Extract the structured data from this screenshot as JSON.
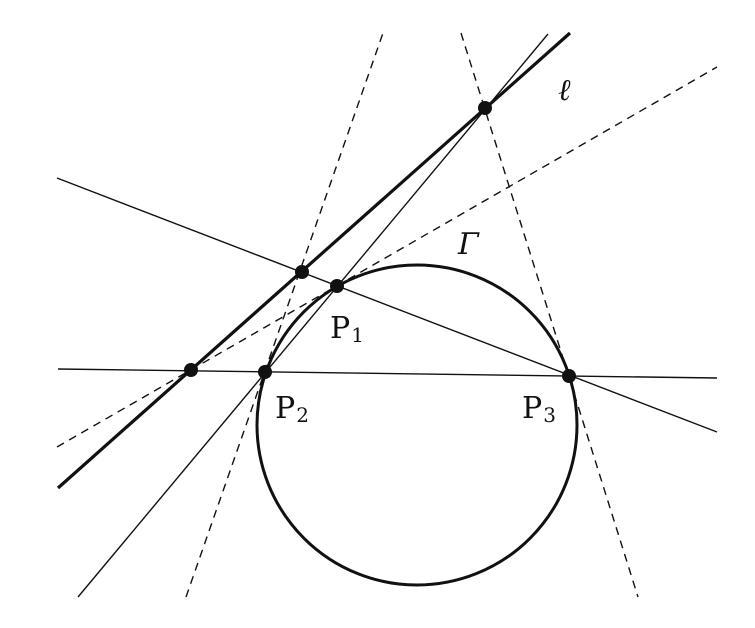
{
  "diagram": {
    "colors": {
      "stroke": "#111111",
      "background": "#ffffff"
    },
    "labels": {
      "line": "ℓ",
      "circle": "Γ",
      "p1_main": "P",
      "p1_sub": "1",
      "p2_main": "P",
      "p2_sub": "2",
      "p3_main": "P",
      "p3_sub": "3"
    }
  }
}
